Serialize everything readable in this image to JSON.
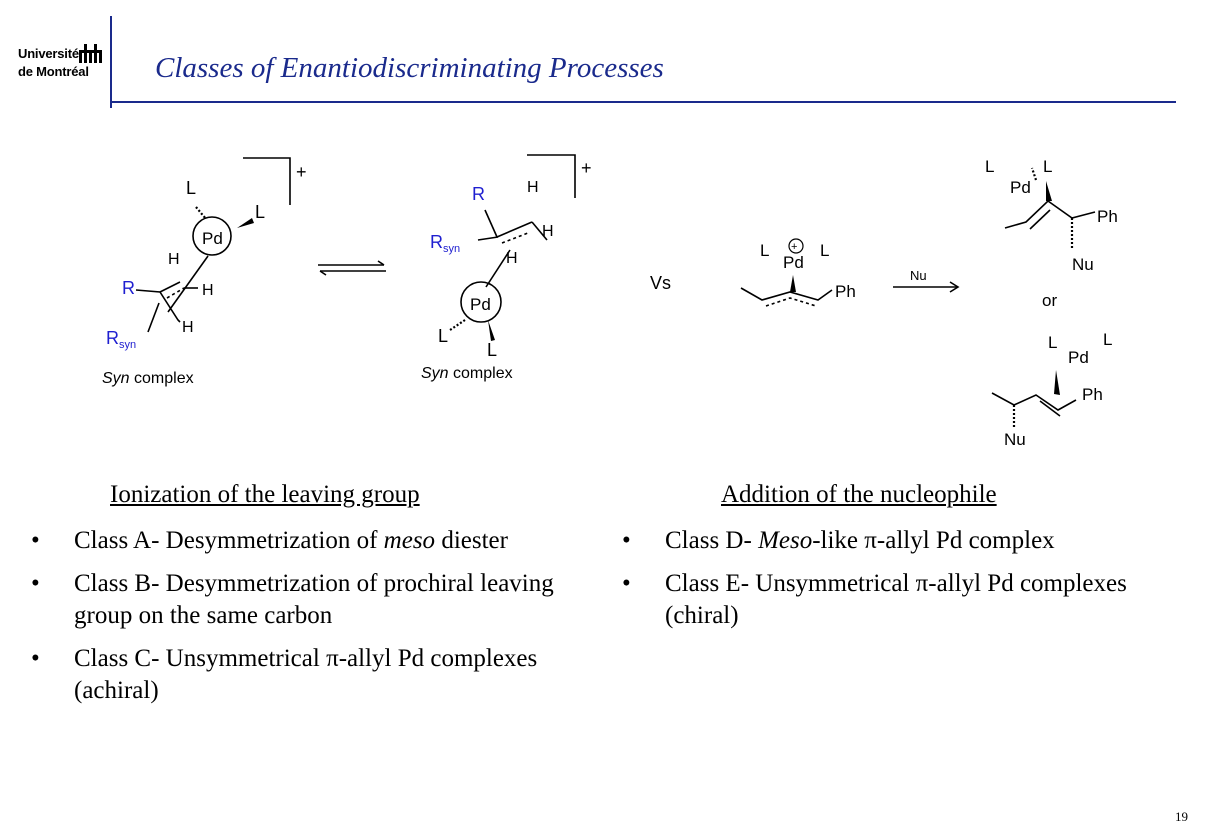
{
  "header": {
    "logo": {
      "line1": "Université",
      "line2": "de Montréal",
      "icon": "udem-logo-icon"
    },
    "title": "Classes of Enantiodiscriminating Processes",
    "accent_color": "#1a2a8c"
  },
  "scheme": {
    "charge": "+",
    "pd": "Pd",
    "ligand": "L",
    "h": "H",
    "r": "R",
    "rsyn_main": "R",
    "rsyn_sub": "syn",
    "syn_italic": "Syn",
    "complex_word": " complex",
    "vs": "Vs",
    "nu": "Nu",
    "ph": "Ph",
    "or": "or",
    "label_color": "#1f1fd0"
  },
  "left_column": {
    "heading": "Ionization of the leaving group",
    "items": [
      {
        "pre": "Class A- Desymmetrization of ",
        "em": "meso",
        "post": " diester"
      },
      {
        "pre": "Class B- Desymmetrization of prochiral leaving group on the same carbon",
        "em": "",
        "post": ""
      },
      {
        "pre": "Class C- Unsymmetrical ",
        "em": "",
        "post": "",
        "pi": "π",
        "tail": "-allyl Pd complexes (achiral)"
      }
    ]
  },
  "right_column": {
    "heading": "Addition of the nucleophile",
    "items": [
      {
        "pre": "Class D- ",
        "em": "Meso",
        "post": "-like ",
        "pi": "π",
        "tail": "-allyl Pd complex"
      },
      {
        "pre": "Class E- Unsymmetrical ",
        "em": "",
        "post": "",
        "pi": "π",
        "tail": "-allyl Pd complexes (chiral)"
      }
    ]
  },
  "footer": {
    "page_number": "19"
  }
}
